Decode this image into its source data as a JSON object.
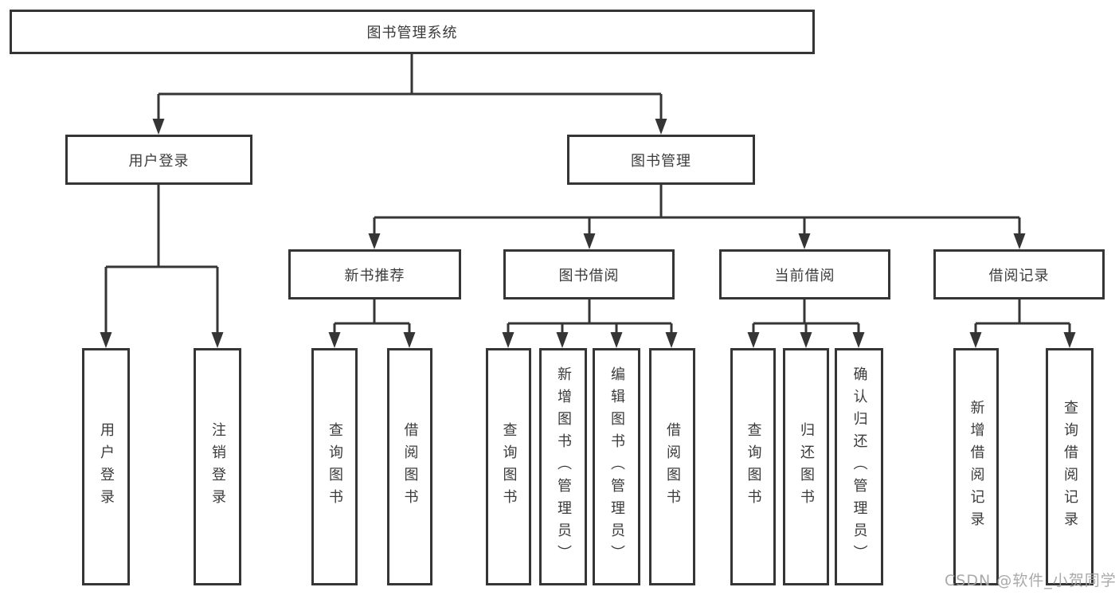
{
  "diagram_title": "图书管理系统",
  "tree": {
    "label": "图书管理系统",
    "children": [
      {
        "label": "用户登录",
        "children": [
          {
            "label": "用户登录"
          },
          {
            "label": "注销登录"
          }
        ]
      },
      {
        "label": "图书管理",
        "children": [
          {
            "label": "新书推荐",
            "children": [
              {
                "label": "查询图书"
              },
              {
                "label": "借阅图书"
              }
            ]
          },
          {
            "label": "图书借阅",
            "children": [
              {
                "label": "查询图书"
              },
              {
                "label": "新增图书（管理员）"
              },
              {
                "label": "编辑图书（管理员）"
              },
              {
                "label": "借阅图书"
              }
            ]
          },
          {
            "label": "当前借阅",
            "children": [
              {
                "label": "查询图书"
              },
              {
                "label": "归还图书"
              },
              {
                "label": "确认归还（管理员）"
              }
            ]
          },
          {
            "label": "借阅记录",
            "children": [
              {
                "label": "新增借阅记录"
              },
              {
                "label": "查询借阅记录"
              }
            ]
          }
        ]
      }
    ]
  },
  "watermark": {
    "text": "CSDN @软件_小贺同学",
    "color": "#a5a5a5"
  },
  "colors": {
    "background": "#ffffff",
    "line": "#353535",
    "box_border": "#353535",
    "text": "#3b3b3b"
  }
}
